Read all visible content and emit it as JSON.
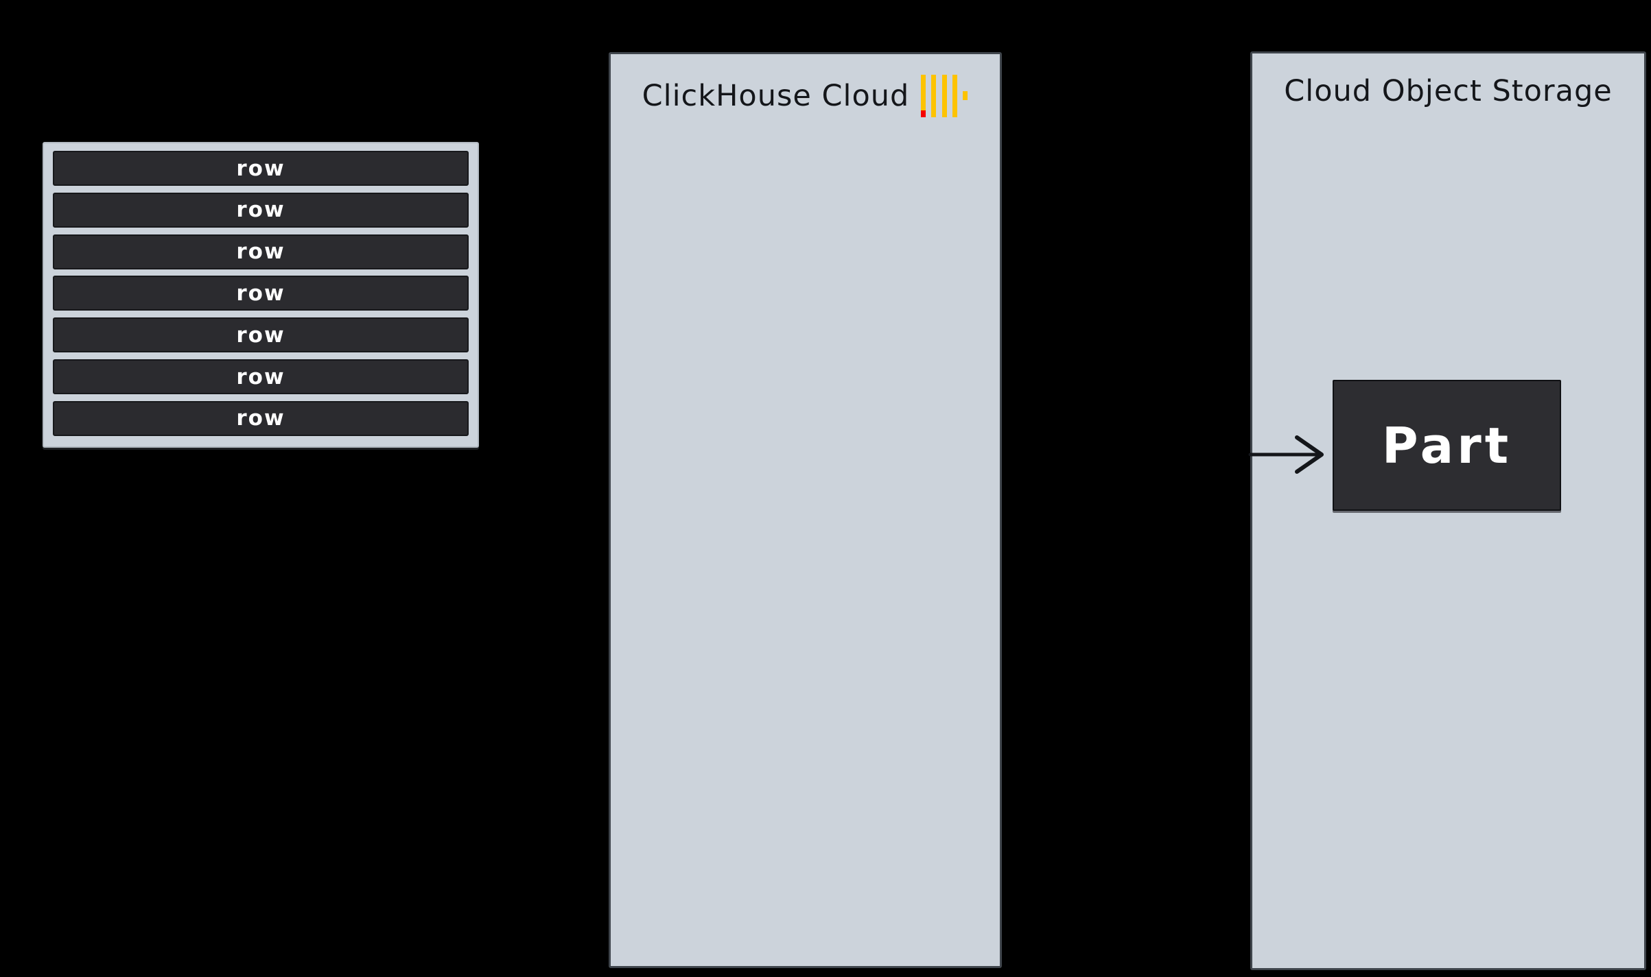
{
  "colors": {
    "background": "#000000",
    "panel": "#CCD3DB",
    "panel-border": "#3F454C",
    "rows-box-border": "#B3BAC2",
    "row-fill": "#2B2B2F",
    "row-border": "#17181B",
    "part-fill": "#2D2D31",
    "part-border": "#101114",
    "ink": "#14161A",
    "text-light": "#FFFFFF",
    "logo-yellow": "#FDC301",
    "logo-red": "#F50000"
  },
  "rows_box": {
    "row_labels": [
      "row",
      "row",
      "row",
      "row",
      "row",
      "row",
      "row"
    ]
  },
  "clickhouse_panel": {
    "title": "ClickHouse Cloud"
  },
  "storage_panel": {
    "title": "Cloud Object Storage",
    "part_label": "Part"
  }
}
